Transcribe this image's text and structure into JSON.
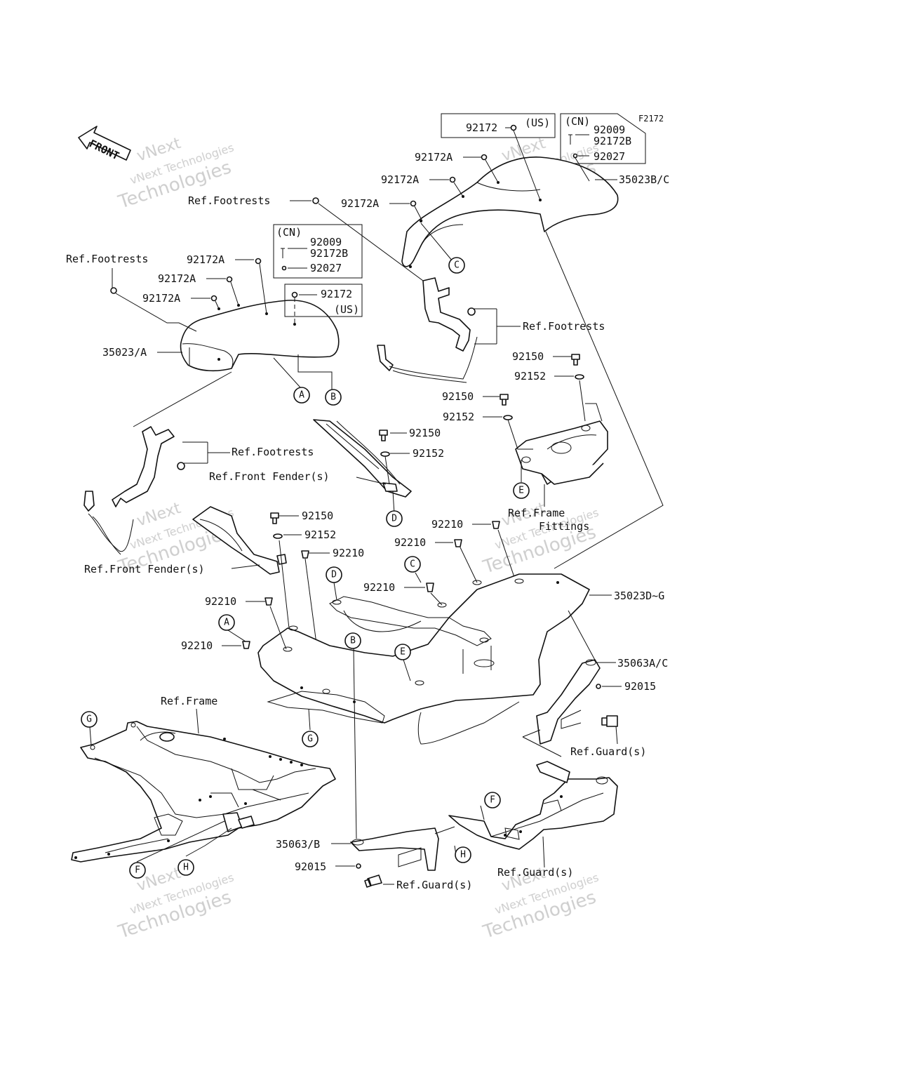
{
  "figure_code": "F2172",
  "front_arrow_text": "FRONT",
  "watermark": {
    "line1": "vNext",
    "line2": "vNext Technologies",
    "line3": "Technologies"
  },
  "labels": {
    "top_us_92172": "92172",
    "top_us_flag": "(US)",
    "top_cn_flag": "(CN)",
    "top_cn_92009": "92009",
    "top_cn_92172B": "92172B",
    "top_cn_92027": "92027",
    "r_92172A_1": "92172A",
    "r_92172A_2": "92172A",
    "r_92172A_3": "92172A",
    "r_35023BC": "35023B/C",
    "ref_footrests_top": "Ref.Footrests",
    "l_ref_footrests": "Ref.Footrests",
    "l_92172A_1": "92172A",
    "l_92172A_2": "92172A",
    "l_92172A_3": "92172A",
    "mid_cn_flag": "(CN)",
    "mid_cn_92009": "92009",
    "mid_cn_92172B": "92172B",
    "mid_cn_92027": "92027",
    "mid_us_92172": "92172",
    "mid_us_flag": "(US)",
    "l_35023A": "35023/A",
    "r_ref_footrests": "Ref.Footrests",
    "r_92150_1": "92150",
    "r_92152_1": "92152",
    "r_92150_2": "92150",
    "r_92152_2": "92152",
    "m_92150": "92150",
    "m_92152": "92152",
    "l_ref_footrests_2": "Ref.Footrests",
    "ref_front_fender_1": "Ref.Front Fender(s)",
    "ref_frame_fitting_1": "Ref.Frame",
    "ref_frame_fitting_2": "Fittings",
    "l_92150": "92150",
    "l_92152": "92152",
    "l_92210_1": "92210",
    "ref_front_fender_2": "Ref.Front Fender(s)",
    "r_92210_1": "92210",
    "r_92210_2": "92210",
    "r_92210_3": "92210",
    "r_35023DG": "35023D~G",
    "l_92210_2": "92210",
    "l_92210_3": "92210",
    "r_35063AC": "35063A/C",
    "r_92015": "92015",
    "ref_frame": "Ref.Frame",
    "ref_guard_1": "Ref.Guard(s)",
    "l_35063B": "35063/B",
    "l_92015": "92015",
    "ref_guard_2": "Ref.Guard(s)",
    "ref_guard_3": "Ref.Guard(s)"
  },
  "callouts": {
    "A1": "A",
    "B1": "B",
    "C1": "C",
    "D1": "D",
    "E1": "E",
    "C2": "C",
    "D2": "D",
    "A2": "A",
    "B2": "B",
    "E2": "E",
    "G1": "G",
    "G2": "G",
    "F1": "F",
    "H1": "H",
    "F2": "F",
    "H2": "H"
  }
}
